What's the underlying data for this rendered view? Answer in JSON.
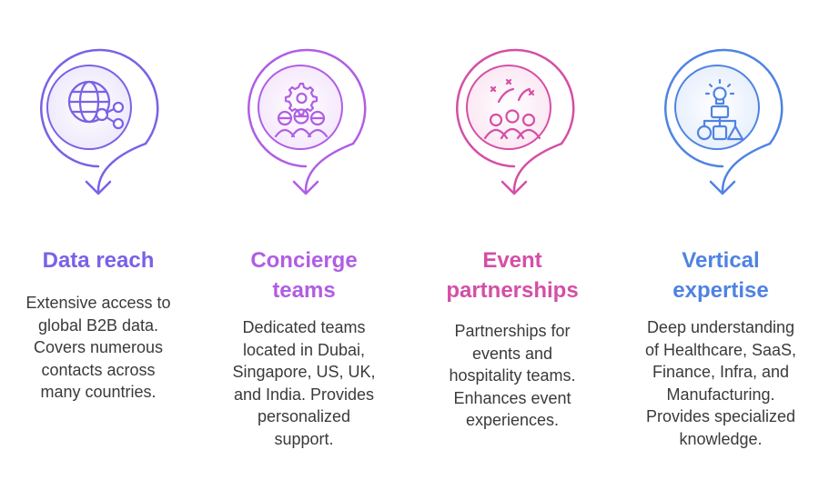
{
  "colors": {
    "purple": "#7b61e6",
    "violet": "#b05ee4",
    "pink": "#d44fa6",
    "blue": "#4f83e2"
  },
  "items": [
    {
      "title_lines": [
        "Data reach"
      ],
      "desc_lines": [
        "Extensive access to",
        "global B2B data.",
        "Covers numerous",
        "contacts across",
        "many countries."
      ],
      "icon": "globe-network-icon"
    },
    {
      "title_lines": [
        "Concierge",
        "teams"
      ],
      "desc_lines": [
        "Dedicated teams",
        "located in Dubai,",
        "Singapore, US, UK,",
        "and India. Provides",
        "personalized",
        "support."
      ],
      "icon": "team-gear-icon"
    },
    {
      "title_lines": [
        "Event",
        "partnerships"
      ],
      "desc_lines": [
        "Partnerships for",
        "events and",
        "hospitality teams.",
        "Enhances event",
        "experiences."
      ],
      "icon": "celebration-crowd-icon"
    },
    {
      "title_lines": [
        "Vertical",
        "expertise"
      ],
      "desc_lines": [
        "Deep understanding",
        "of Healthcare, SaaS,",
        "Finance, Infra, and",
        "Manufacturing.",
        "Provides specialized",
        "knowledge."
      ],
      "icon": "idea-structure-icon"
    }
  ]
}
